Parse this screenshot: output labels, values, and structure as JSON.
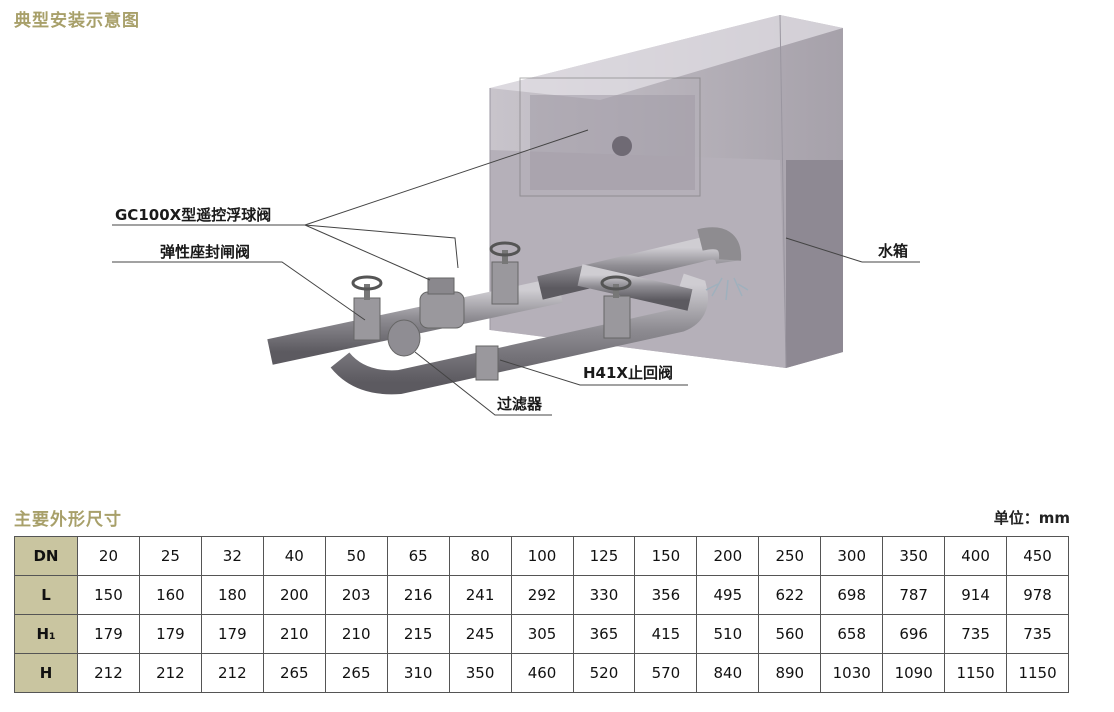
{
  "section_install_title": "典型安装示意图",
  "callouts": {
    "float_valve": "GC100X型遥控浮球阀",
    "gate_valve": "弹性座封闸阀",
    "water_tank": "水箱",
    "check_valve": "H41X止回阀",
    "strainer": "过滤器"
  },
  "section_dims_title": "主要外形尺寸",
  "unit_label": "单位：mm",
  "table": {
    "rows": [
      {
        "label": "DN",
        "values": [
          "20",
          "25",
          "32",
          "40",
          "50",
          "65",
          "80",
          "100",
          "125",
          "150",
          "200",
          "250",
          "300",
          "350",
          "400",
          "450"
        ]
      },
      {
        "label": "L",
        "values": [
          "150",
          "160",
          "180",
          "200",
          "203",
          "216",
          "241",
          "292",
          "330",
          "356",
          "495",
          "622",
          "698",
          "787",
          "914",
          "978"
        ]
      },
      {
        "label": "H₁",
        "values": [
          "179",
          "179",
          "179",
          "210",
          "210",
          "215",
          "245",
          "305",
          "365",
          "415",
          "510",
          "560",
          "658",
          "696",
          "735",
          "735"
        ]
      },
      {
        "label": "H",
        "values": [
          "212",
          "212",
          "212",
          "265",
          "265",
          "310",
          "350",
          "460",
          "520",
          "570",
          "840",
          "890",
          "1030",
          "1090",
          "1150",
          "1150"
        ]
      }
    ]
  },
  "colors": {
    "title_gold": "#a8a06a",
    "header_cell": "#c9c5a0",
    "tank": "#a9a4ad",
    "pipe": "#8e8c90"
  }
}
